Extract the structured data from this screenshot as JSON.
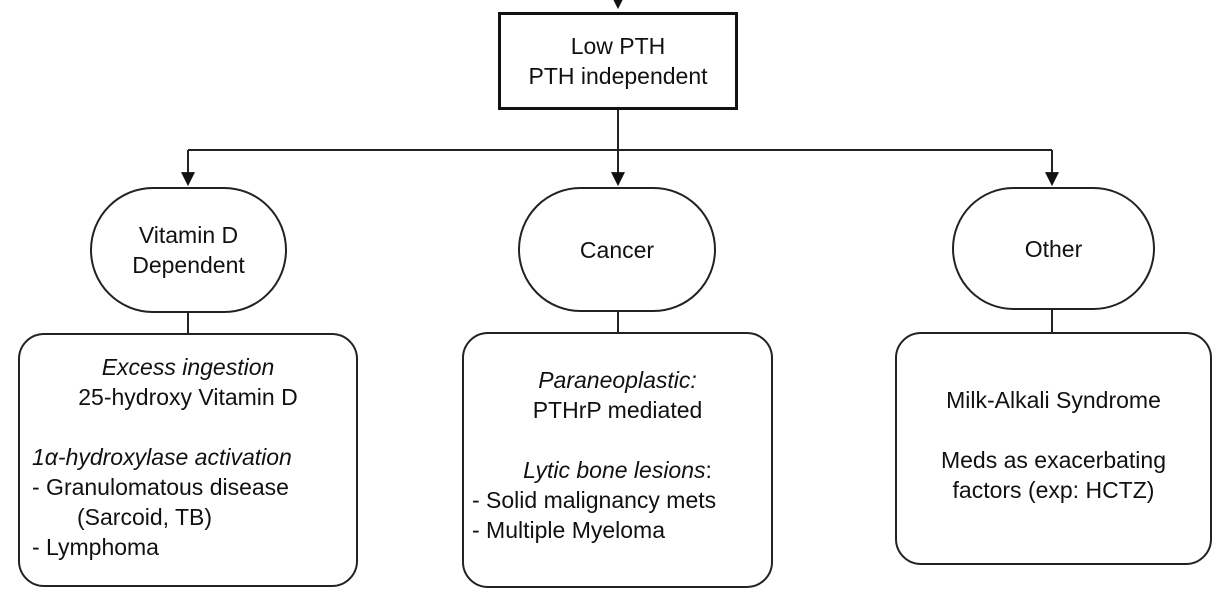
{
  "root_node": {
    "label": "Low PTH\nPTH independent"
  },
  "branches": {
    "vitamin_d": {
      "node_label": "Vitamin D\nDependent"
    },
    "cancer": {
      "node_label": "Cancer"
    },
    "other": {
      "node_label": "Other"
    }
  },
  "details": {
    "vitamin_d": {
      "section1_title": "Excess ingestion",
      "section1_body": "25-hydroxy Vitamin D",
      "section2_title": "1α-hydroxylase activation",
      "item1": "- Granulomatous disease",
      "item1_cont": "(Sarcoid, TB)",
      "item2": "- Lymphoma"
    },
    "cancer": {
      "section1_title": "Paraneoplastic:",
      "section1_body": "PTHrP mediated",
      "section2_title": "Lytic bone lesions",
      "section2_colon": ":",
      "item1": "- Solid malignancy mets",
      "item2": "- Multiple Myeloma"
    },
    "other": {
      "line1": "Milk-Alkali Syndrome",
      "line2": "Meds as exacerbating\nfactors (exp: HCTZ)"
    }
  },
  "colors": {
    "line": "#222222",
    "arrow_fill": "#111111",
    "text": "#111111",
    "background": "#ffffff"
  }
}
